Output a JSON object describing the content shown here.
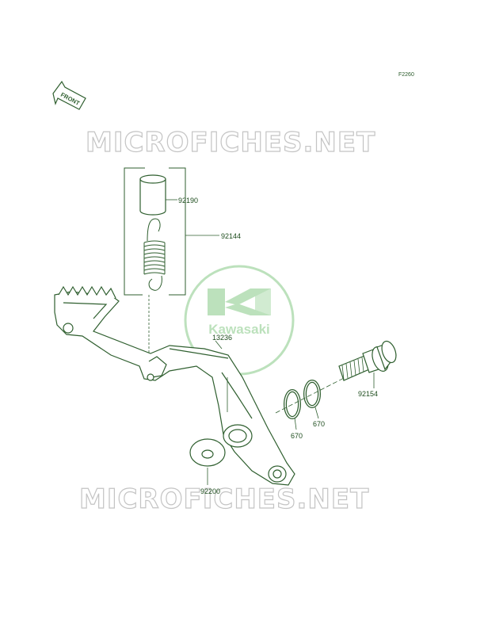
{
  "figure_code": "F2260",
  "front_label": "FRONT",
  "watermarks": [
    "MICROFICHES.NET",
    "MICROFICHES.NET"
  ],
  "logo_text": "Kawasaki",
  "parts": [
    {
      "number": "92190"
    },
    {
      "number": "92144"
    },
    {
      "number": "13236"
    },
    {
      "number": "92154"
    },
    {
      "number": "670"
    },
    {
      "number": "670"
    },
    {
      "number": "92200"
    }
  ],
  "colors": {
    "line": "#2f5f2f",
    "label": "#1e4d1e",
    "logo": "#86c986",
    "watermark_stroke": "#c4c4c4"
  }
}
